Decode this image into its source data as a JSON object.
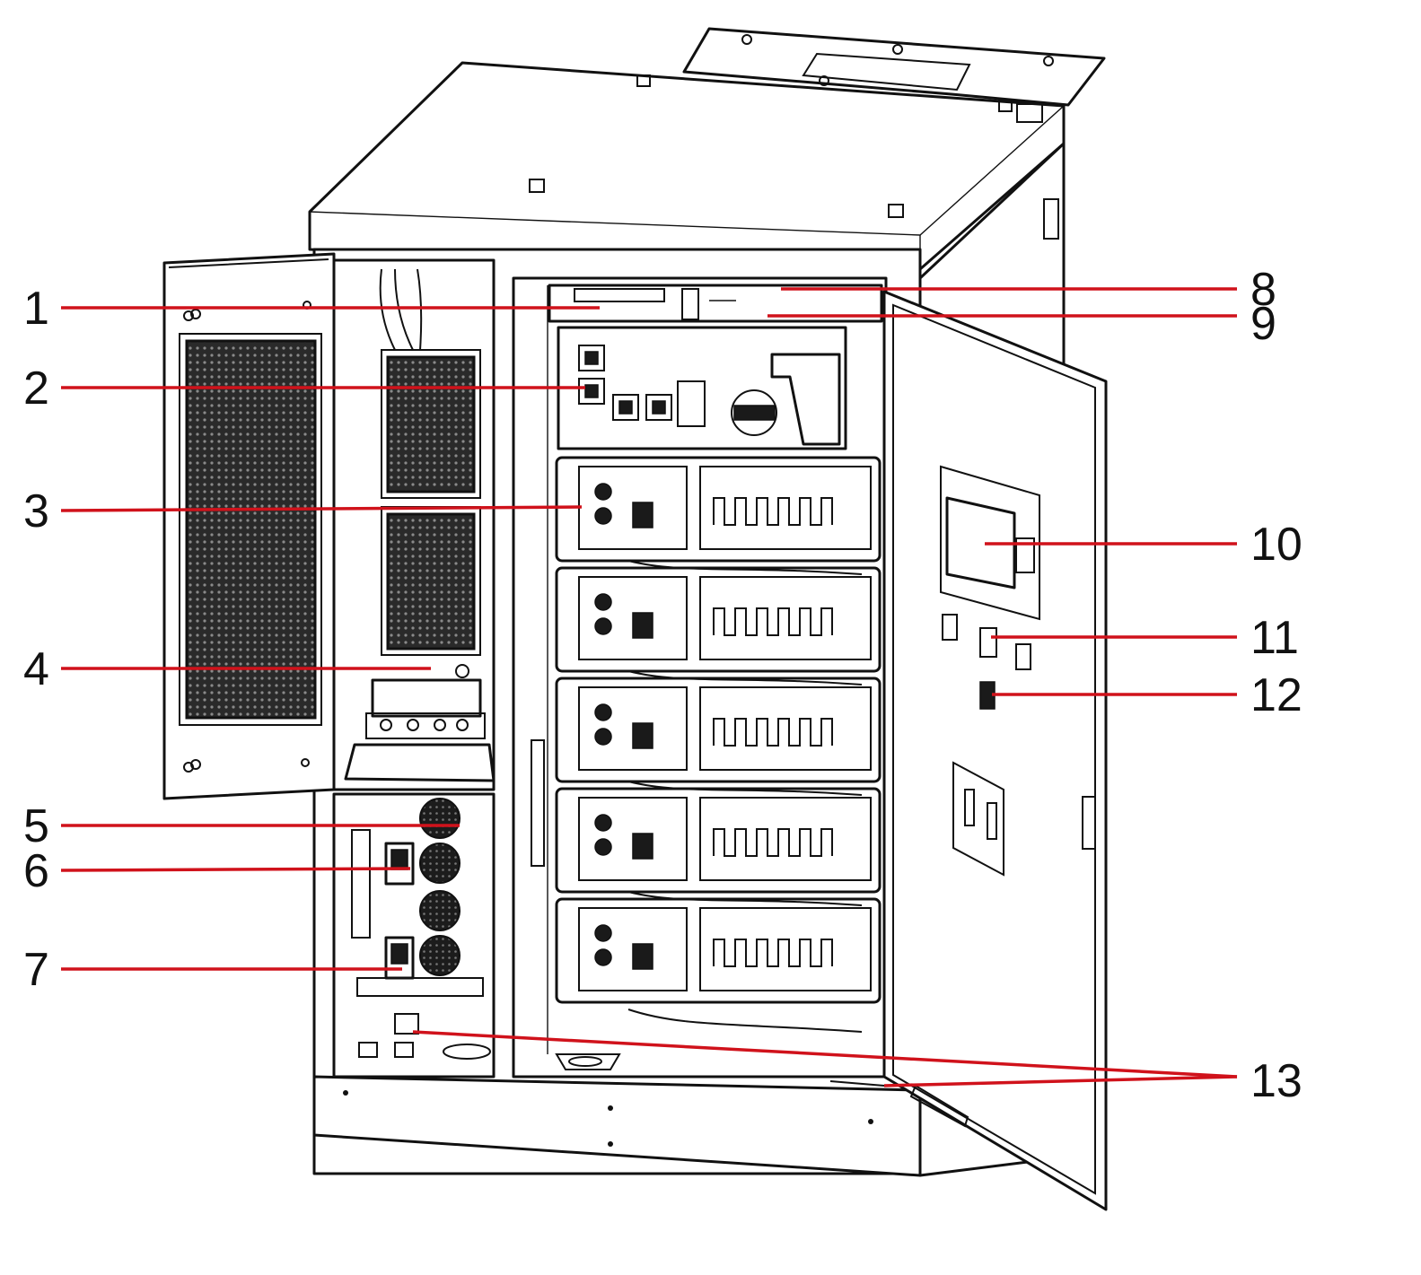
{
  "figure": {
    "callouts": [
      {
        "id": "c1",
        "label": "1"
      },
      {
        "id": "c2",
        "label": "2"
      },
      {
        "id": "c3",
        "label": "3"
      },
      {
        "id": "c4",
        "label": "4"
      },
      {
        "id": "c5",
        "label": "5"
      },
      {
        "id": "c6",
        "label": "6"
      },
      {
        "id": "c7",
        "label": "7"
      },
      {
        "id": "c8",
        "label": "8"
      },
      {
        "id": "c9",
        "label": "9"
      },
      {
        "id": "c10",
        "label": "10"
      },
      {
        "id": "c11",
        "label": "11"
      },
      {
        "id": "c12",
        "label": "12"
      },
      {
        "id": "c13",
        "label": "13"
      }
    ],
    "colors": {
      "leader_line": "#d0121b",
      "outline": "#111111",
      "background": "#ffffff",
      "label_text": "#111111"
    },
    "battery_module_count": 5
  }
}
